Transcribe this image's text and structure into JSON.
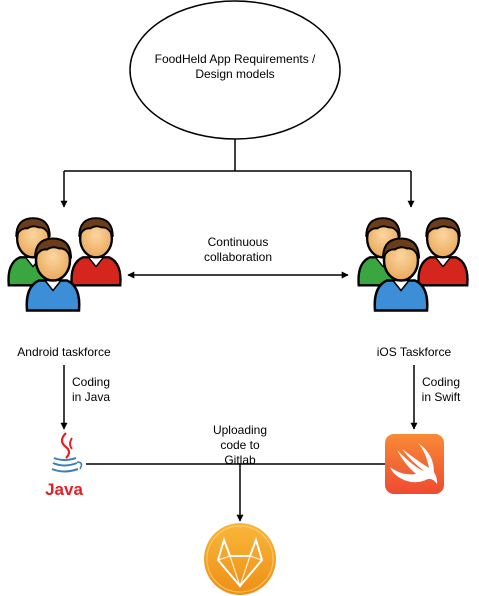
{
  "nodes": {
    "requirements": {
      "line1": "FoodHeld App Requirements /",
      "line2": "Design models"
    },
    "android": {
      "label": "Android taskforce"
    },
    "ios": {
      "label": "iOS Taskforce"
    },
    "java": {
      "icon": "java-logo-icon",
      "wordmark": "Java",
      "color": "#e51f24"
    },
    "swift": {
      "icon": "swift-logo-icon",
      "color": "#f05138"
    },
    "gitlab": {
      "icon": "gitlab-logo-icon",
      "color": "#f4a21c"
    }
  },
  "edges": {
    "collaboration": {
      "line1": "Continuous",
      "line2": "collaboration"
    },
    "android_to_java": {
      "line1": "Coding",
      "line2": "in Java"
    },
    "ios_to_swift": {
      "line1": "Coding",
      "line2": "in Swift"
    },
    "upload": {
      "line1": "Uploading",
      "line2": "code to",
      "line3": "Gitlab"
    }
  },
  "colors": {
    "skin": "#f7c57e",
    "hair": "#6b3d1a",
    "shirt_front": "#3c8ed6",
    "shirt_left": "#3aa63f",
    "shirt_right": "#d5261e"
  }
}
